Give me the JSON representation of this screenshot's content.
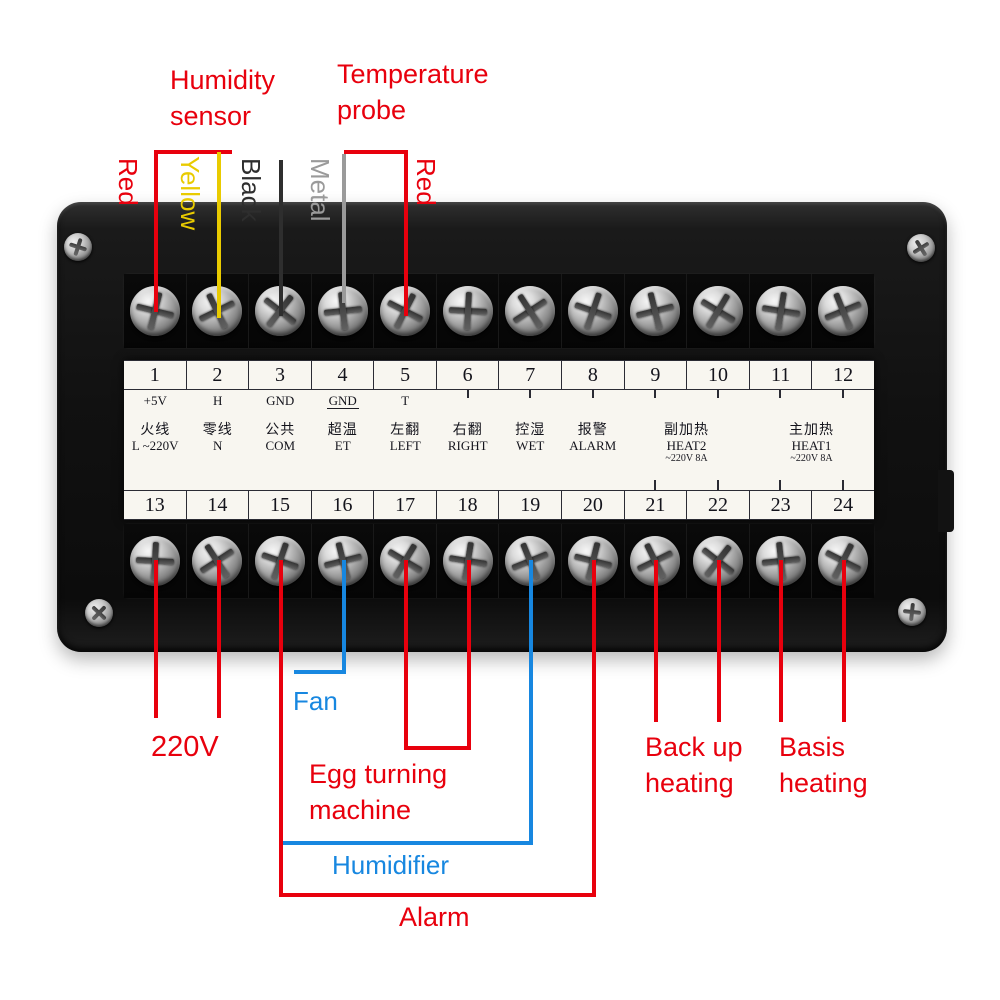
{
  "colors": {
    "red": "#e8000d",
    "yellow": "#e9cb00",
    "black_wire": "#2e2e2e",
    "metal": "#9a9a9a",
    "blue": "#1787e0"
  },
  "top_annotations": {
    "humidity_sensor": [
      "Humidity",
      "sensor"
    ],
    "temperature_probe": [
      "Temperature",
      "probe"
    ],
    "wire_colors": [
      {
        "label": "Red",
        "color": "red"
      },
      {
        "label": "Yellow",
        "color": "yellow"
      },
      {
        "label": "Black",
        "color": "black_wire"
      },
      {
        "label": "Metal",
        "color": "metal"
      },
      {
        "label": "Red",
        "color": "red"
      }
    ]
  },
  "terminal_block": {
    "top_numbers": [
      "1",
      "2",
      "3",
      "4",
      "5",
      "6",
      "7",
      "8",
      "9",
      "10",
      "11",
      "12"
    ],
    "pin_labels": [
      {
        "col": 1,
        "text": "+5V"
      },
      {
        "col": 2,
        "text": "H"
      },
      {
        "col": 3,
        "text": "GND"
      },
      {
        "col": 4,
        "text": "GND",
        "underline": true
      },
      {
        "col": 5,
        "text": "T"
      }
    ],
    "function_labels": [
      {
        "start": 13,
        "span": 1,
        "lines": [
          "火线",
          "L ~220V"
        ]
      },
      {
        "start": 14,
        "span": 1,
        "lines": [
          "零线",
          "N"
        ]
      },
      {
        "start": 15,
        "span": 1,
        "lines": [
          "公共",
          "COM"
        ]
      },
      {
        "start": 16,
        "span": 1,
        "lines": [
          "超温",
          "ET"
        ]
      },
      {
        "start": 17,
        "span": 1,
        "lines": [
          "左翻",
          "LEFT"
        ]
      },
      {
        "start": 18,
        "span": 1,
        "lines": [
          "右翻",
          "RIGHT"
        ]
      },
      {
        "start": 19,
        "span": 1,
        "lines": [
          "控湿",
          "WET"
        ]
      },
      {
        "start": 20,
        "span": 1,
        "lines": [
          "报警",
          "ALARM"
        ]
      },
      {
        "start": 21,
        "span": 2,
        "lines": [
          "副加热",
          "HEAT2",
          "~220V 8A"
        ]
      },
      {
        "start": 23,
        "span": 2,
        "lines": [
          "主加热",
          "HEAT1",
          "~220V 8A"
        ]
      }
    ],
    "bottom_numbers": [
      "13",
      "14",
      "15",
      "16",
      "17",
      "18",
      "19",
      "20",
      "21",
      "22",
      "23",
      "24"
    ]
  },
  "bottom_annotations": {
    "power": "220V",
    "fan": "Fan",
    "egg_turning": [
      "Egg turning",
      "machine"
    ],
    "humidifier": "Humidifier",
    "alarm": "Alarm",
    "backup_heating": [
      "Back up",
      "heating"
    ],
    "basis_heating": [
      "Basis",
      "heating"
    ]
  }
}
